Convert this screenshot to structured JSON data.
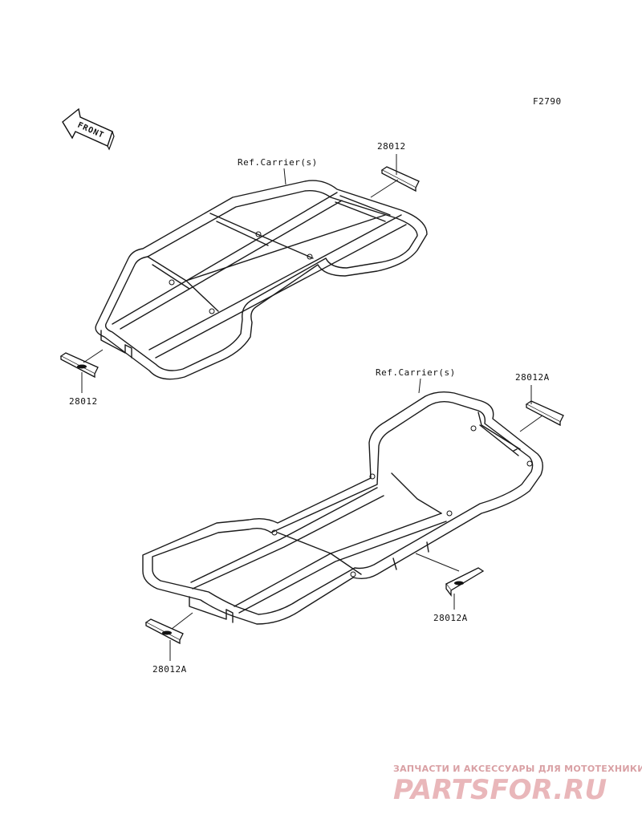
{
  "figure_code": "F2790",
  "front_arrow": {
    "label": "FRONT",
    "icon": "front-arrow-icon"
  },
  "front_carrier": {
    "ref_label": "Ref.Carrier(s)",
    "parts": [
      {
        "id": "front-rear-reflector",
        "part_no": "28012"
      },
      {
        "id": "front-front-reflector",
        "part_no": "28012"
      }
    ]
  },
  "rear_carrier": {
    "ref_label": "Ref.Carrier(s)",
    "parts": [
      {
        "id": "rear-right-reflector",
        "part_no": "28012A"
      },
      {
        "id": "rear-side-reflector",
        "part_no": "28012A"
      },
      {
        "id": "rear-left-reflector",
        "part_no": "28012A"
      }
    ]
  },
  "watermark": {
    "tagline": "ЗАПЧАСТИ И АКСЕССУАРЫ ДЛЯ МОТОТЕХНИКИ",
    "logo": "PARTSFOR.RU"
  },
  "colors": {
    "line": "#1a1a1a",
    "watermark": "#e9b7ba"
  }
}
